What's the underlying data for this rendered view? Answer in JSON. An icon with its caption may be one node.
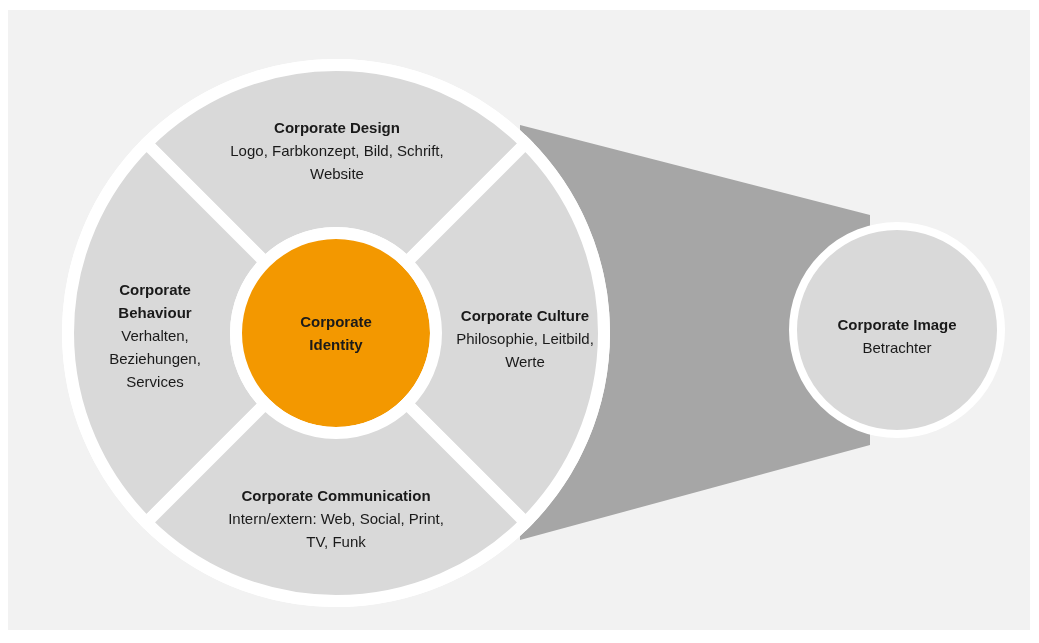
{
  "diagram": {
    "nodes": [
      {
        "text": [
          "Corporate Design",
          "Logo, Farbkonzept, Bild, Schrift, Website"
        ]
      },
      {
        "text": [
          "Corporate Behaviour",
          "Verhalten, Beziehungen, Services"
        ]
      },
      {
        "text": [
          "Corporate Identity"
        ]
      },
      {
        "text": [
          "Corporate Culture",
          "Philosophie, Leitbild, Werte"
        ]
      },
      {
        "text": [
          "Corporate Communication",
          "Intern/extern: Web, Social, Print, TV, Funk"
        ]
      },
      {
        "text": [
          "Corporate Image",
          "Betrachter"
        ]
      },
      {
        "text": [],
        "shape": "funnel"
      }
    ]
  }
}
